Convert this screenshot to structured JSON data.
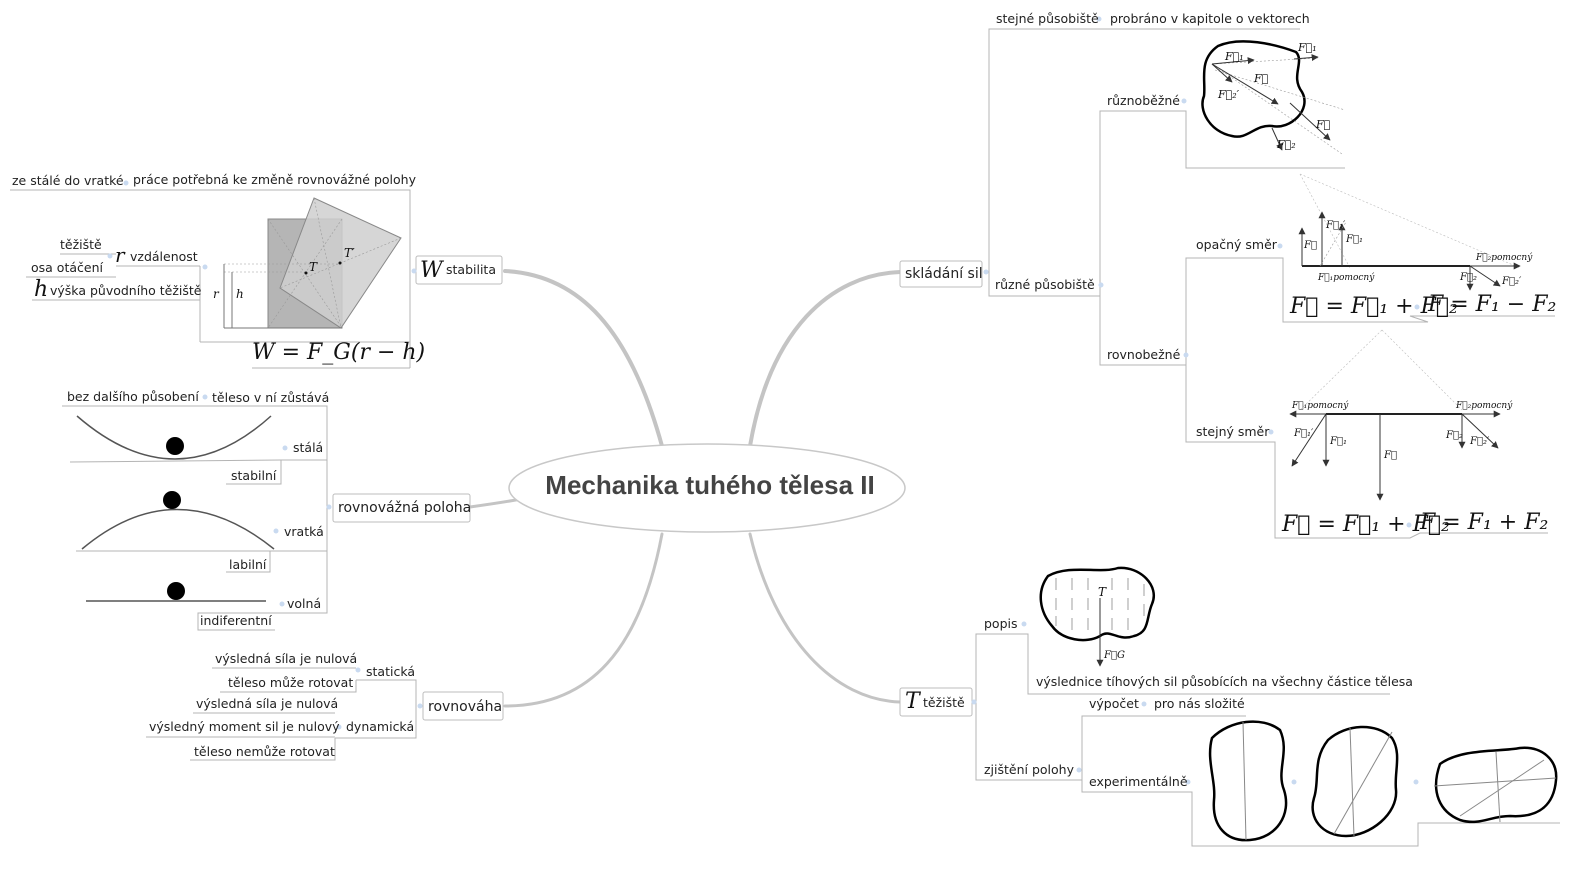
{
  "root": "Mechanika tuhého tělesa II",
  "stabilita": {
    "letter": "W",
    "label": "stabilita",
    "item": "ze stálé do vratké",
    "item_note": "práce potřebná ke změně rovnovážné polohy",
    "r_letter": "r",
    "r_label": "vzdálenost",
    "r_items": [
      "těžiště",
      "osa otáčení"
    ],
    "h_letter": "h",
    "h_label": "výška původního těžiště",
    "formula": "W = F_G(r − h)",
    "fig_labels": {
      "T": "T",
      "Tp": "T′",
      "r": "r",
      "h": "h"
    }
  },
  "poloha": {
    "label": "rovnovážná poloha",
    "note_left": "bez dalšího působení",
    "note_right": "těleso v ní zůstává",
    "items": [
      {
        "label": "stálá",
        "sub": "stabilní"
      },
      {
        "label": "vratká",
        "sub": "labilní"
      },
      {
        "label": "volná",
        "sub": "indiferentní"
      }
    ]
  },
  "rovnovaha": {
    "label": "rovnováha",
    "staticka": {
      "label": "statická",
      "items": [
        "výsledná síla je nulová",
        "těleso může rotovat"
      ]
    },
    "dynamicka": {
      "label": "dynamická",
      "items": [
        "výsledná síla je nulová",
        "výsledný moment sil je nulový",
        "těleso nemůže rotovat"
      ]
    }
  },
  "skladani": {
    "label": "skládání sil",
    "stejne_pusobiste": "stejné působiště",
    "stejne_note": "probráno v kapitole o vektorech",
    "ruzne_pusobiste": "různé působiště",
    "ruznobezne": "různoběžné",
    "rovnobezne": "rovnobežné",
    "opacny": "opačný směr",
    "stejny": "stejný směr",
    "formula_vec": "F⃗ = F⃗₁ + F⃗₂",
    "formula_opacny": "F = F₁ − F₂",
    "formula_stejny": "F = F₁ + F₂",
    "fig": {
      "F": "F⃗",
      "F1": "F⃗₁",
      "F2": "F⃗₂",
      "F1p": "F⃗₁′",
      "F2p": "F⃗₂′",
      "F1pom": "F⃗₁pomocný",
      "F2pom": "F⃗₂pomocný"
    }
  },
  "teziste": {
    "letter": "T",
    "label": "těžiště",
    "popis": "popis",
    "popis_note": "výslednice tíhových sil působících na všechny částice tělesa",
    "zjisteni": "zjištění polohy",
    "vypocet": "výpočet",
    "vypocet_note": "pro nás složité",
    "experimentalne": "experimentálně",
    "fig": {
      "T": "T",
      "FG": "F⃗G"
    }
  }
}
